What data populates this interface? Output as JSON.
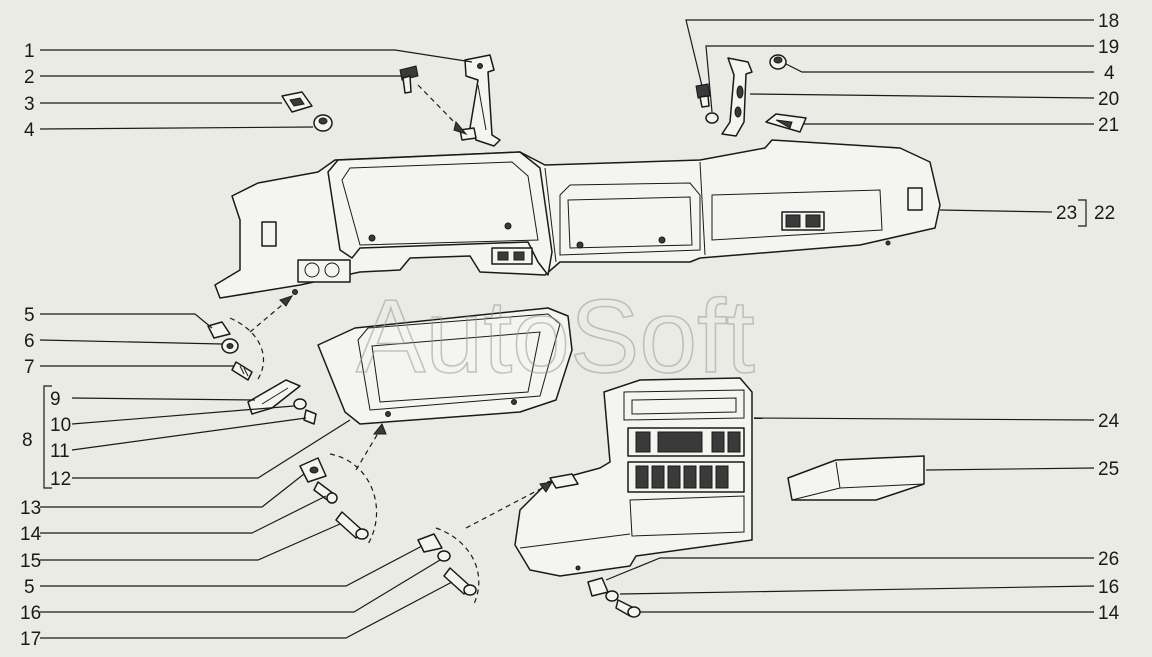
{
  "watermark": "AutoSoft",
  "labels": {
    "l1": "1",
    "l2": "2",
    "l3": "3",
    "l4a": "4",
    "l5a": "5",
    "l6": "6",
    "l7": "7",
    "l8": "8",
    "l9": "9",
    "l10": "10",
    "l11": "11",
    "l12": "12",
    "l13": "13",
    "l14a": "14",
    "l15": "15",
    "l5b": "5",
    "l16a": "16",
    "l17": "17",
    "l18": "18",
    "l19": "19",
    "l4b": "4",
    "l20": "20",
    "l21": "21",
    "l23": "23",
    "l22": "22",
    "l24": "24",
    "l25": "25",
    "l26": "26",
    "l16b": "16",
    "l14b": "14"
  }
}
